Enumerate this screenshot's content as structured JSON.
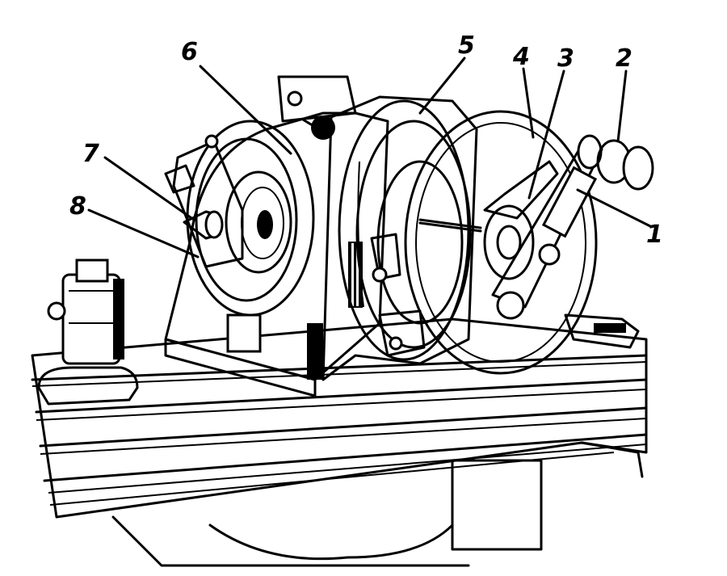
{
  "labels": [
    {
      "id": "1",
      "text": "1"
    },
    {
      "id": "2",
      "text": "2"
    },
    {
      "id": "3",
      "text": "3"
    },
    {
      "id": "4",
      "text": "4"
    },
    {
      "id": "5",
      "text": "5"
    },
    {
      "id": "6",
      "text": "6"
    },
    {
      "id": "7",
      "text": "7"
    },
    {
      "id": "8",
      "text": "8"
    }
  ],
  "colors": {
    "ink": "#000000",
    "paper": "#ffffff"
  }
}
